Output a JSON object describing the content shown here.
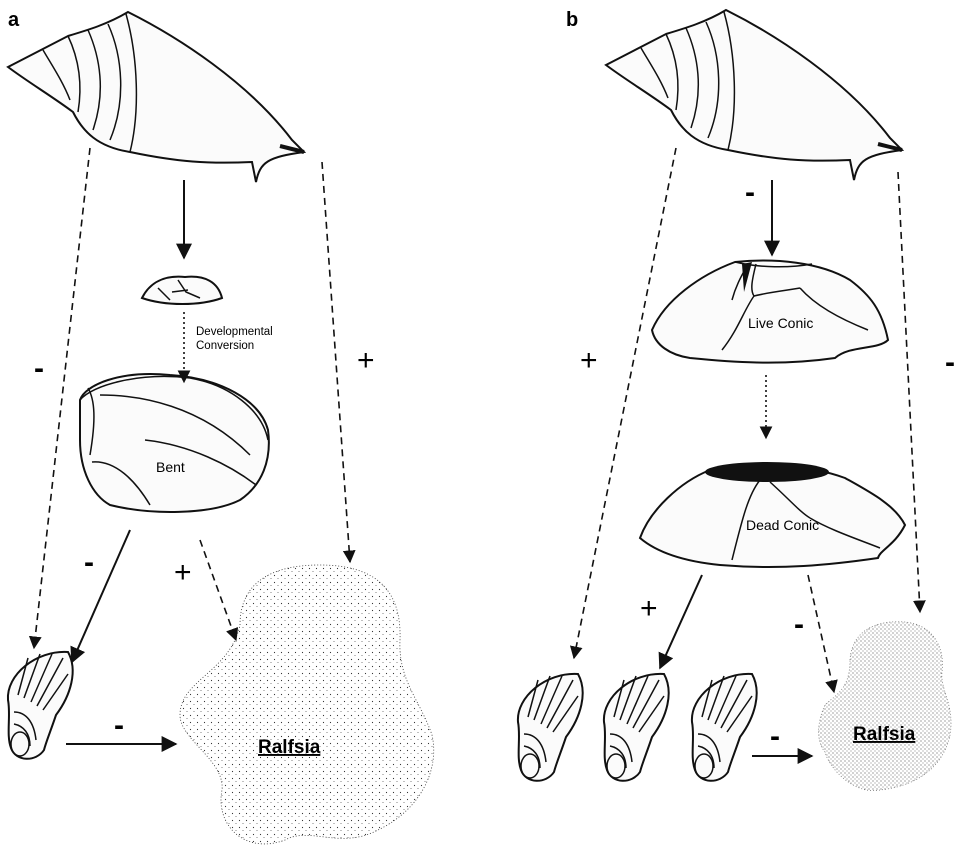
{
  "panels": {
    "a": {
      "letter": "a",
      "developmental_note_line1": "Developmental",
      "developmental_note_line2": "Conversion",
      "bent_label": "Bent",
      "ralfsia_label": "Ralfsia",
      "signs": {
        "snail_to_limpet": "-",
        "snail_to_ralfsia": "+",
        "bent_to_limpet": "-",
        "bent_to_ralfsia": "+",
        "limpet_to_ralfsia": "-"
      }
    },
    "b": {
      "letter": "b",
      "live_conic_label": "Live Conic",
      "dead_conic_label": "Dead Conic",
      "ralfsia_label": "Ralfsia",
      "signs": {
        "snail_to_live_conic": "-",
        "snail_to_limpet": "+",
        "snail_to_ralfsia": "-",
        "dead_conic_to_limpet": "+",
        "dead_conic_to_ralfsia": "-",
        "limpet_to_ralfsia": "-"
      }
    }
  },
  "icons": [
    "snail-shell-icon",
    "barnacle-icon",
    "limpet-icon",
    "ralfsia-crust-icon"
  ]
}
